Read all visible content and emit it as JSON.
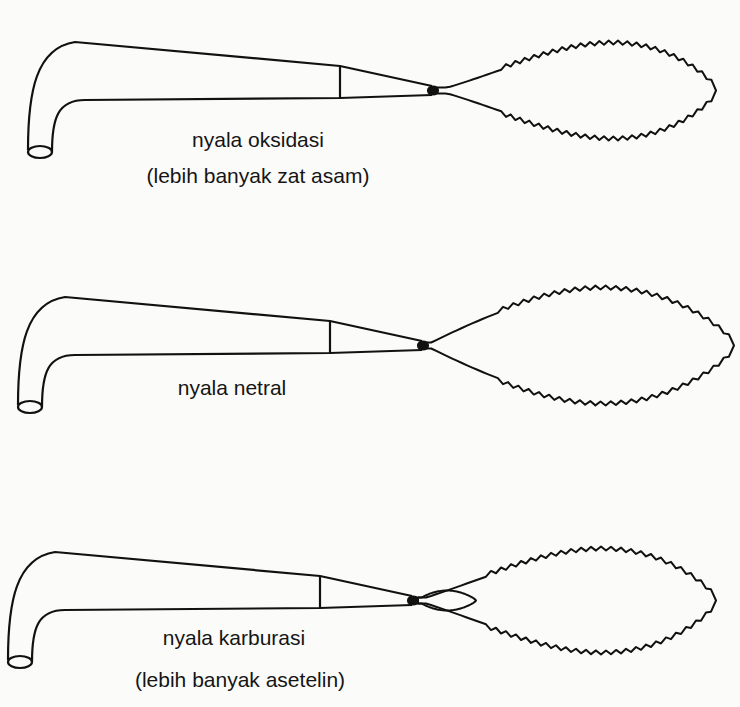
{
  "diagram": {
    "labels": [
      "nyala oksidasi",
      "(lebih banyak zat asam)",
      "nyala netral",
      "nyala karburasi",
      "(lebih banyak asetelin)"
    ]
  }
}
